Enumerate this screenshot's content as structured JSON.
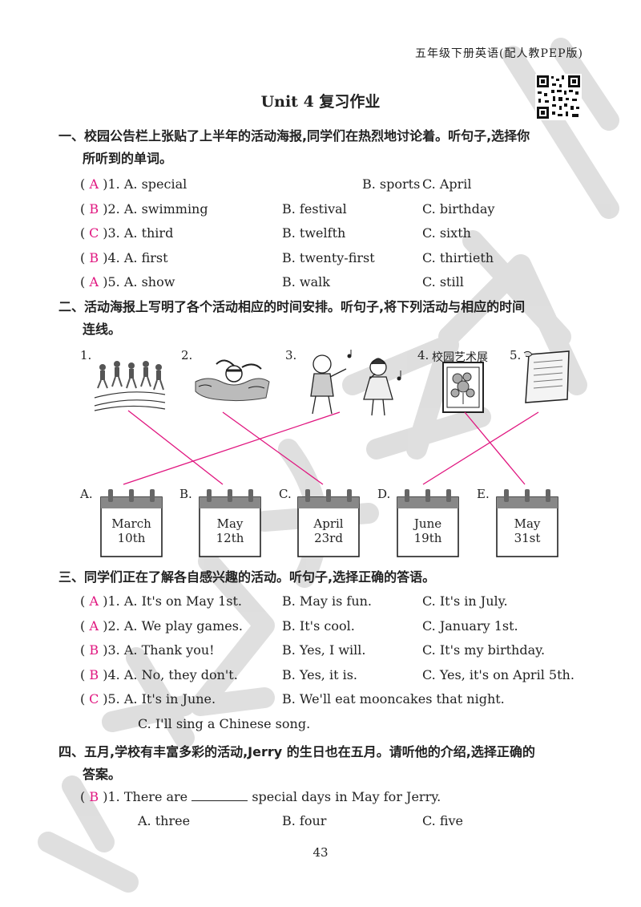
{
  "header": {
    "book_title": "五年级下册英语(配人教PEP版)"
  },
  "unit_title": "Unit 4 复习作业",
  "section1": {
    "title_line1": "一、校园公告栏上张贴了上半年的活动海报,同学们在热烈地讨论着。听句子,选择你",
    "title_line2": "所听到的单词。",
    "items": [
      {
        "ans": "A",
        "a": ")1. A. special",
        "b": "B. sports",
        "c": "C. April"
      },
      {
        "ans": "B",
        "a": ")2. A. swimming",
        "b": "B. festival",
        "c": "C. birthday"
      },
      {
        "ans": "C",
        "a": ")3. A. third",
        "b": "B. twelfth",
        "c": "C. sixth"
      },
      {
        "ans": "B",
        "a": ")4. A. first",
        "b": "B. twenty-first",
        "c": "C. thirtieth"
      },
      {
        "ans": "A",
        "a": ")5. A. show",
        "b": "B. walk",
        "c": "C. still"
      }
    ]
  },
  "section2": {
    "title_line1": "二、活动海报上写明了各个活动相应的时间安排。听句子,将下列活动与相应的时间",
    "title_line2": "连线。",
    "pictures": [
      {
        "num": "1.",
        "icon": "running-race-picture"
      },
      {
        "num": "2.",
        "icon": "swimming-picture"
      },
      {
        "num": "3.",
        "icon": "singing-concert-picture"
      },
      {
        "num": "4.",
        "icon": "art-show-picture",
        "caption": "校园艺术展"
      },
      {
        "num": "5.",
        "icon": "scroll-poem-picture"
      }
    ],
    "calendars": [
      {
        "letter": "A.",
        "month": "March",
        "day": "10th"
      },
      {
        "letter": "B.",
        "month": "May",
        "day": "12th"
      },
      {
        "letter": "C.",
        "month": "April",
        "day": "23rd"
      },
      {
        "letter": "D.",
        "month": "June",
        "day": "19th"
      },
      {
        "letter": "E.",
        "month": "May",
        "day": "31st"
      }
    ],
    "matches": [
      "1-B",
      "2-C",
      "3-A",
      "4-E",
      "5-D"
    ]
  },
  "section3": {
    "title": "三、同学们正在了解各自感兴趣的活动。听句子,选择正确的答语。",
    "items": [
      {
        "ans": "A",
        "a": ")1. A. It's on May 1st.",
        "b": "B. May is fun.",
        "c": "C. It's in July."
      },
      {
        "ans": "A",
        "a": ")2. A. We play games.",
        "b": "B. It's cool.",
        "c": "C. January 1st."
      },
      {
        "ans": "B",
        "a": ")3. A. Thank you!",
        "b": "B. Yes, I will.",
        "c": "C. It's my birthday."
      },
      {
        "ans": "B",
        "a": ")4. A. No, they don't.",
        "b": "B. Yes, it is.",
        "c": "C. Yes, it's on April 5th."
      },
      {
        "ans": "C",
        "a": ")5. A. It's in June.",
        "b": "B. We'll eat mooncakes that night.",
        "c": ""
      }
    ],
    "item5_c": "C. I'll sing a Chinese song."
  },
  "section4": {
    "title_line1": "四、五月,学校有丰富多彩的活动,Jerry 的生日也在五月。请听他的介绍,选择正确的",
    "title_line2": "答案。",
    "q1_ans": "B",
    "q1_pre": ")1. There are",
    "q1_post": "special days in May for Jerry.",
    "q1_a": "A. three",
    "q1_b": "B. four",
    "q1_c": "C. five"
  },
  "page_number": "43",
  "colors": {
    "answer": "#e0157f",
    "text": "#222222",
    "watermark": "#d8d8d8"
  }
}
